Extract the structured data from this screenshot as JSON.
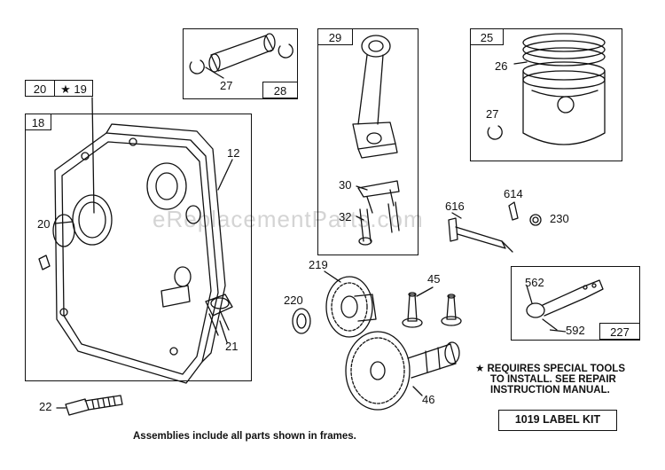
{
  "watermark": "eReplacementParts.com",
  "frames": {
    "crankcase_cover": {
      "ref": "18",
      "extra_ref": "20",
      "extra_star": "★ 19"
    },
    "piston_pin": {
      "ref": "28",
      "part": "27"
    },
    "connecting_rod": {
      "ref": "29"
    },
    "piston": {
      "ref": "25",
      "ring_part": "26",
      "clip_part": "27"
    },
    "governor_crank": {
      "ref": "227",
      "lever_part": "562",
      "spring_part": "592"
    }
  },
  "callouts": {
    "p12": "12",
    "p20": "20",
    "p21": "21",
    "p22": "22",
    "p30": "30",
    "p32": "32",
    "p616": "616",
    "p614": "614",
    "p230": "230",
    "p219": "219",
    "p220": "220",
    "p45": "45",
    "p46": "46"
  },
  "note": {
    "line1": "★ REQUIRES SPECIAL TOOLS",
    "line2": "TO INSTALL.  SEE REPAIR",
    "line3": "INSTRUCTION MANUAL."
  },
  "label_kit": "1019 LABEL KIT",
  "footer": "Assemblies include all parts shown in frames."
}
